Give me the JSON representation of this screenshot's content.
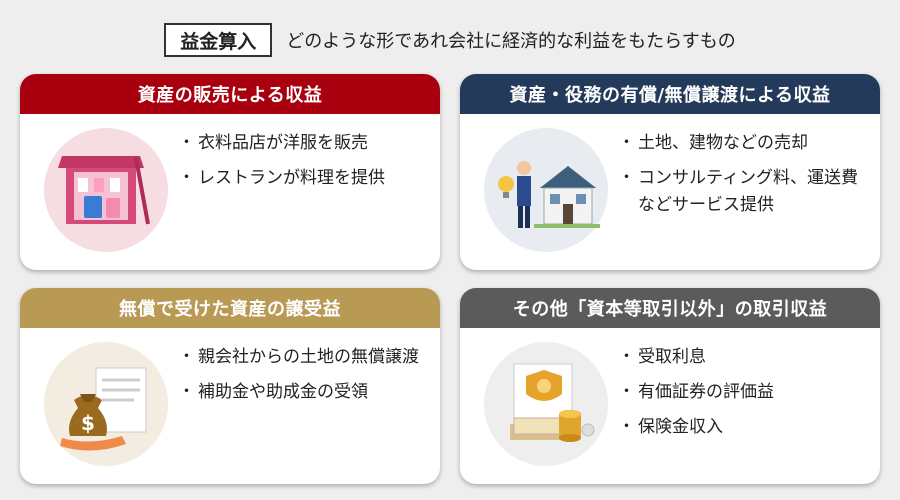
{
  "header": {
    "badge": "益金算入",
    "description": "どのような形であれ会社に経済的な利益をもたらすもの"
  },
  "cards": [
    {
      "title": "資産の販売による収益",
      "color": "#a8000f",
      "bullets": [
        "衣料品店が洋服を販売",
        "レストランが料理を提供"
      ]
    },
    {
      "title": "資産・役務の有償/無償譲渡による収益",
      "color": "#243a5a",
      "bullets": [
        "土地、建物などの売却",
        "コンサルティング料、運送費などサービス提供"
      ]
    },
    {
      "title": "無償で受けた資産の譲受益",
      "color": "#b89a55",
      "bullets": [
        "親会社からの土地の無償譲渡",
        "補助金や助成金の受領"
      ]
    },
    {
      "title": "その他「資本等取引以外」の取引収益",
      "color": "#5b5b5b",
      "bullets": [
        "受取利息",
        "有価証券の評価益",
        "保険金収入"
      ]
    }
  ],
  "icons": [
    "clothing-shop-icon",
    "house-sale-icon",
    "money-bag-icon",
    "securities-coins-icon"
  ]
}
